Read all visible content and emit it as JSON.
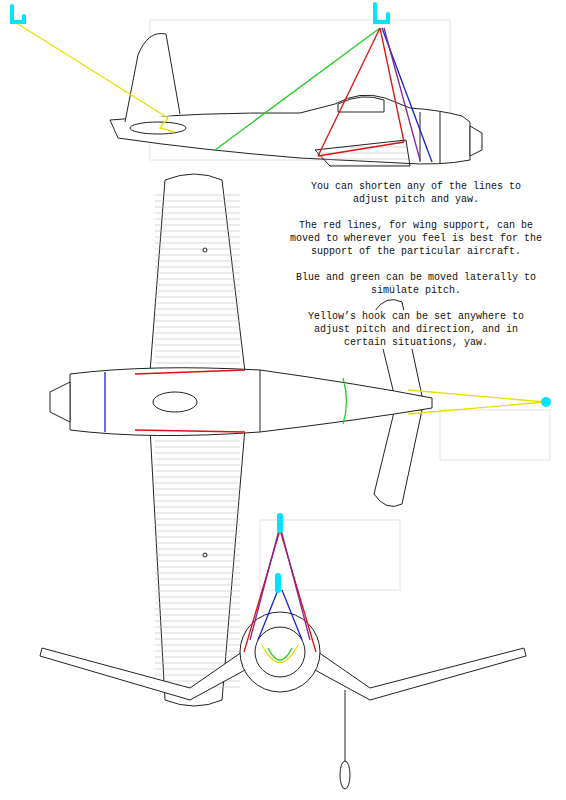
{
  "diagram": {
    "labels": [
      "You can shorten any of the lines to adjust pitch and yaw.",
      "The red lines, for wing support, can be moved to wherever you feel is best for the support of the particular aircraft.",
      "Blue and green can be moved laterally to simulate pitch.",
      "Yellow’s hook can be set anywhere to adjust pitch and direction, and in certain situations, yaw."
    ]
  }
}
